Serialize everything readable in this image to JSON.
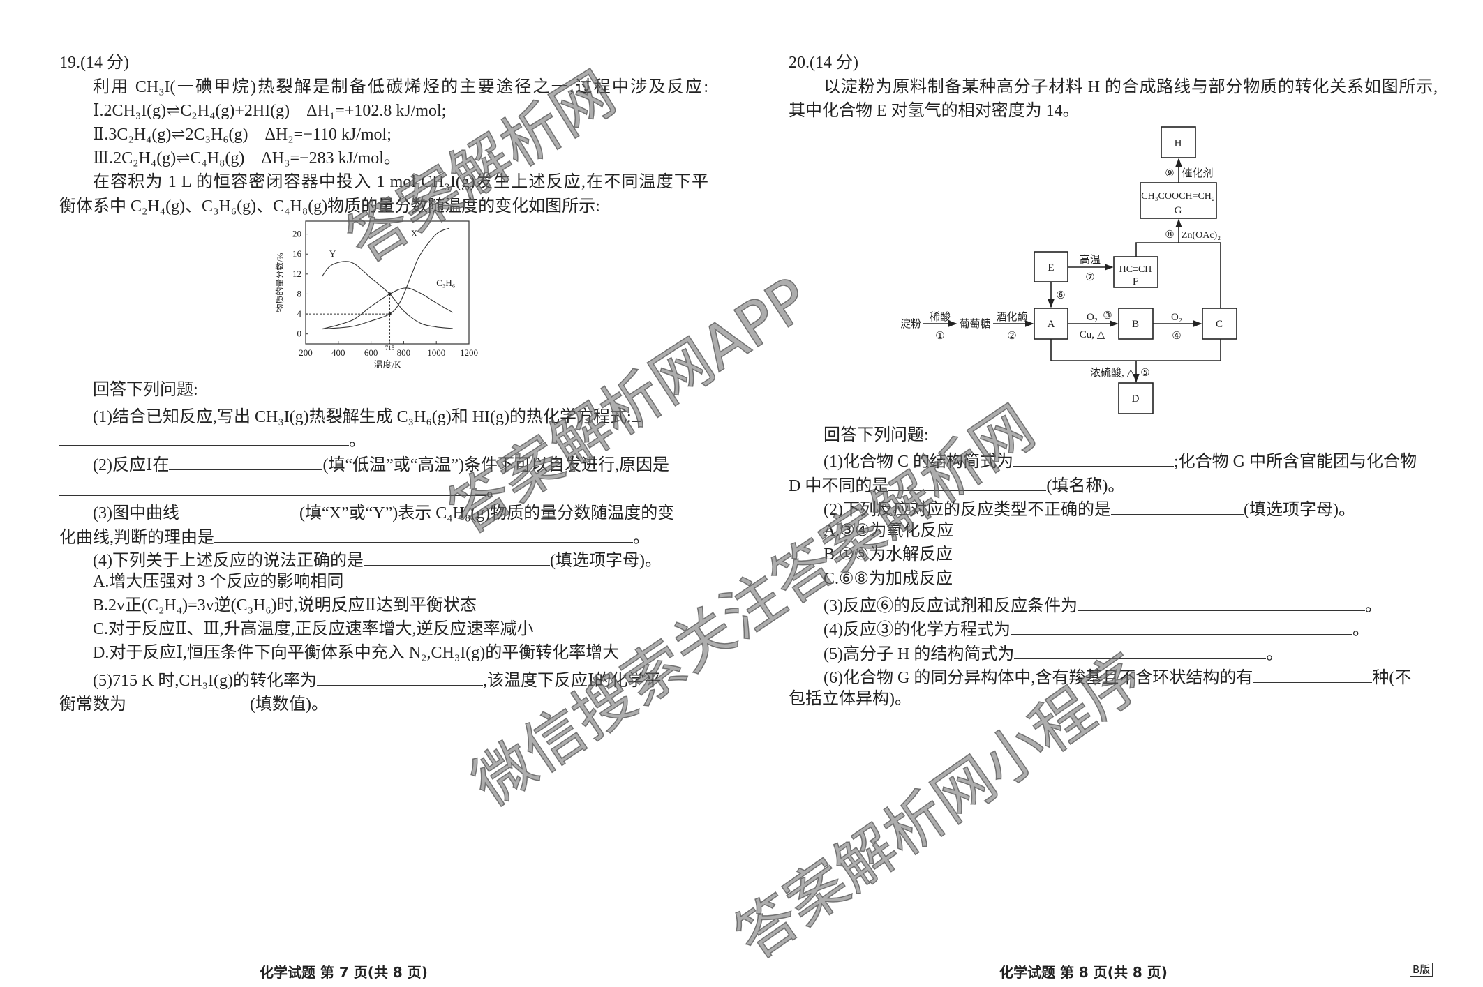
{
  "q19": {
    "header": "19.(14 分)",
    "intro": "利用 CH₃I(一碘甲烷)热裂解是制备低碳烯烃的主要途径之一,过程中涉及反应:",
    "r1": "Ⅰ.2CH₃I(g)⇌C₂H₄(g)+2HI(g)　ΔH₁=+102.8 kJ/mol;",
    "r2": "Ⅱ.3C₂H₄(g)⇌2C₃H₆(g)　ΔH₂=−110 kJ/mol;",
    "r3": "Ⅲ.2C₂H₄(g)⇌C₄H₈(g)　ΔH₃=−283 kJ/mol。",
    "p1": "在容积为 1 L 的恒容密闭容器中投入 1 mol CH₃I(g)发生上述反应,在不同温度下平",
    "p2": "衡体系中 C₂H₄(g)、C₃H₆(g)、C₄H₈(g)物质的量分数随温度的变化如图所示:",
    "answer_intro": "回答下列问题:",
    "s1a": "(1)结合已知反应,写出 CH₃I(g)热裂解生成 C₃H₆(g)和 HI(g)的热化学方程式:",
    "s1b": "。",
    "s2a": "(2)反应Ⅰ在",
    "s2b": "(填“低温”或“高温”)条件下可以自发进行,原因是",
    "s2c": "。",
    "s3a": "(3)图中曲线",
    "s3b": "(填“X”或“Y”)表示 C₄H₈(g)物质的量分数随温度的变",
    "s3c": "化曲线,判断的理由是",
    "s3d": "。",
    "s4a": "(4)下列关于上述反应的说法正确的是",
    "s4b": "(填选项字母)。",
    "optA": "A.增大压强对 3 个反应的影响相同",
    "optB": "B.2v正(C₂H₄)=3v逆(C₃H₆)时,说明反应Ⅱ达到平衡状态",
    "optC": "C.对于反应Ⅱ、Ⅲ,升高温度,正反应速率增大,逆反应速率减小",
    "optD": "D.对于反应Ⅰ,恒压条件下向平衡体系中充入 N₂,CH₃I(g)的平衡转化率增大",
    "s5a": "(5)715 K 时,CH₃I(g)的转化率为",
    "s5b": ",该温度下反应Ⅰ的化学平",
    "s5c": "衡常数为",
    "s5d": "(填数值)。"
  },
  "chart_data": {
    "type": "line",
    "title": "",
    "xlabel": "温度/K",
    "ylabel": "物质的量分数/%",
    "xlim": [
      200,
      1200
    ],
    "ylim": [
      -2,
      22.6
    ],
    "xticks": [
      200,
      400,
      600,
      800,
      1000,
      1200
    ],
    "yticks": [
      0,
      4,
      8,
      12,
      16,
      20
    ],
    "marker_label": "715",
    "marker_x": 715,
    "marker_points": [
      8,
      4
    ],
    "grid": false,
    "series": [
      {
        "name": "Y",
        "x": [
          300,
          350,
          430,
          500,
          600,
          715,
          800,
          900,
          1000,
          1100
        ],
        "y": [
          11.5,
          13.6,
          14.5,
          14.0,
          11.2,
          8.0,
          4.6,
          2.2,
          1.4,
          1.1
        ]
      },
      {
        "name": "X",
        "x": [
          300,
          400,
          500,
          600,
          715,
          780,
          850,
          900,
          1000,
          1080
        ],
        "y": [
          1.0,
          1.2,
          1.6,
          2.6,
          4.0,
          6.5,
          12.0,
          15.8,
          20.0,
          21.2
        ]
      },
      {
        "name": "C₃H₆",
        "x": [
          300,
          400,
          500,
          600,
          715,
          810,
          900,
          1000,
          1100
        ],
        "y": [
          1.0,
          1.8,
          3.0,
          5.5,
          8.0,
          9.2,
          8.2,
          6.2,
          4.3
        ]
      }
    ]
  },
  "q20": {
    "header": "20.(14 分)",
    "p1": "以淀粉为原料制备某种高分子材料 H 的合成路线与部分物质的转化关系如图所示,",
    "p2": "其中化合物 E 对氢气的相对密度为 14。",
    "diagram": {
      "start": "淀粉",
      "glucose": "葡萄糖",
      "c1": "稀酸",
      "n1": "①",
      "c2": "酒化酶",
      "n2": "②",
      "A": "A",
      "B": "B",
      "C": "C",
      "D": "D",
      "E": "E",
      "F_formula": "HC≡CH",
      "F": "F",
      "G_formula": "CH₃COOCH=CH₂",
      "G": "G",
      "H": "H",
      "c3a": "O₂",
      "n3": "③",
      "c3b": "Cu, △",
      "c4": "O₂",
      "n4": "④",
      "c5": "浓硫酸, △",
      "n5": "⑤",
      "n6": "⑥",
      "c7": "高温",
      "n7": "⑦",
      "n8": "⑧",
      "c8": "Zn(OAc)₂",
      "n9": "⑨",
      "c9": "催化剂"
    },
    "answer_intro": "回答下列问题:",
    "s1a": "(1)化合物 C 的结构简式为",
    "s1b": ";化合物 G 中所含官能团与化合物",
    "s1c": "D 中不同的是",
    "s1d": "(填名称)。",
    "s2a": "(2)下列反应对应的反应类型不正确的是",
    "s2b": "(填选项字母)。",
    "optA": "A.③④为氧化反应",
    "optB": "B.①⑤为水解反应",
    "optC": "C.⑥⑧为加成反应",
    "s3a": "(3)反应⑥的反应试剂和反应条件为",
    "s3b": "。",
    "s4a": "(4)反应③的化学方程式为",
    "s4b": "。",
    "s5a": "(5)高分子 H 的结构简式为",
    "s5b": "。",
    "s6a": "(6)化合物 G 的同分异构体中,含有羧基且不含环状结构的有",
    "s6b": "种(不",
    "s6c": "包括立体异构)。"
  },
  "footer": {
    "left": "化学试题 第 7 页(共 8 页)",
    "right": "化学试题 第 8 页(共 8 页)",
    "version": "B版"
  },
  "watermarks": [
    "答案解析网",
    "答案解析网APP",
    "微信搜索关注答案解析网",
    "答案解析网小程序"
  ]
}
